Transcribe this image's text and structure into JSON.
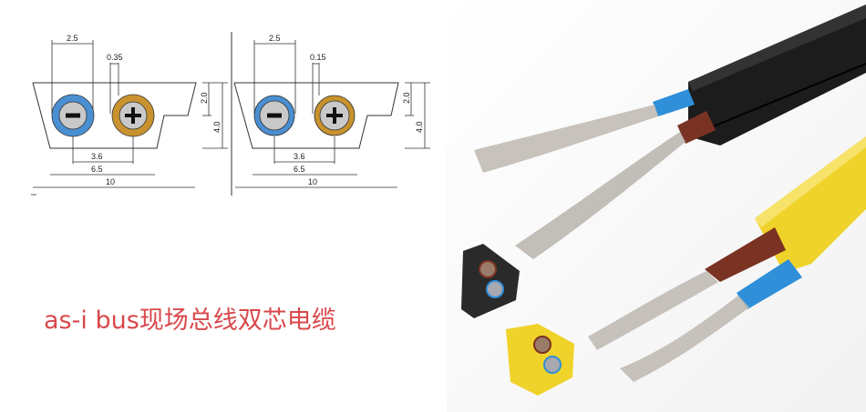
{
  "title": "as-i bus现场总线双芯电缆",
  "diagrams": [
    {
      "id": "left",
      "dim_top_width": "2.5",
      "dim_gap": "0.35",
      "dim_center": "3.6",
      "dim_bottom": "6.5",
      "dim_total": "10",
      "dim_height_half": "2.0",
      "dim_height_full": "4.0",
      "core_neg_symbol": "−",
      "core_pos_symbol": "+"
    },
    {
      "id": "right",
      "dim_top_width": "2.5",
      "dim_gap": "0.15",
      "dim_center": "3.6",
      "dim_bottom": "6.5",
      "dim_total": "10",
      "dim_height_half": "2.0",
      "dim_height_full": "4.0",
      "core_neg_symbol": "−",
      "core_pos_symbol": "+"
    }
  ],
  "colors": {
    "title": "#d9484c",
    "core_negative": "#4a8fd1",
    "core_positive": "#c8922e",
    "black_cable": "#1c1c1c",
    "yellow_cable": "#f0d32a",
    "blue_insulation": "#2f8fd8",
    "brown_insulation": "#7a3222"
  },
  "photo": {
    "description": "Black and yellow AS-i flat cables with stripped blue and brown cores and end caps"
  }
}
